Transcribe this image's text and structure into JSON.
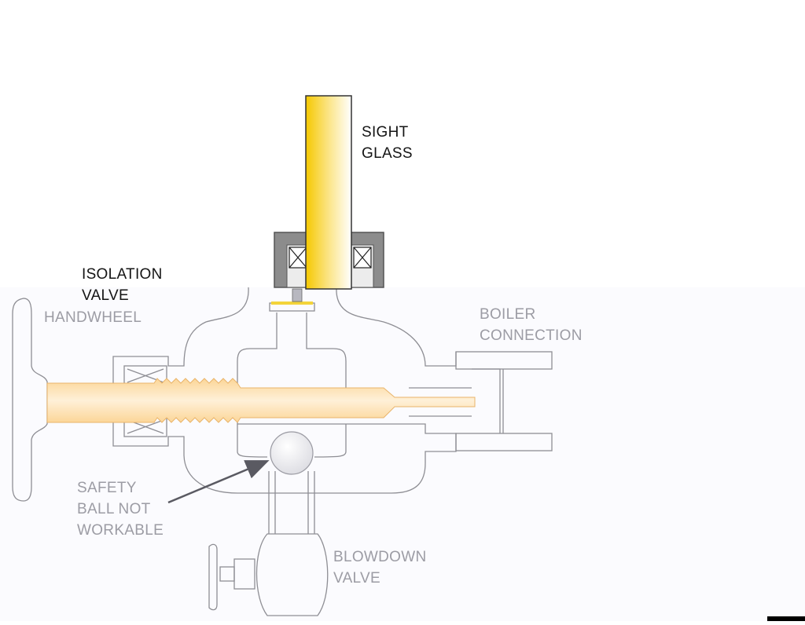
{
  "labels": {
    "sight_glass": [
      "SIGHT",
      "GLASS"
    ],
    "isolation_valve": [
      "ISOLATION",
      "VALVE"
    ],
    "handwheel": "HANDWHEEL",
    "boiler_connection": [
      "BOILER",
      "CONNECTION"
    ],
    "safety_ball": [
      "SAFETY",
      "BALL NOT",
      "WORKABLE"
    ],
    "blowdown_valve": [
      "BLOWDOWN",
      "VALVE"
    ]
  },
  "colors": {
    "background": "#ffffff",
    "lower_panel": "#fbfbfe",
    "outline": "#8e8e94",
    "sight_glass_fill": "#f5c800",
    "stem_fill": "#fcd79a",
    "packing_nut": "#8c8c8c",
    "arrow": "#5a5a62"
  }
}
